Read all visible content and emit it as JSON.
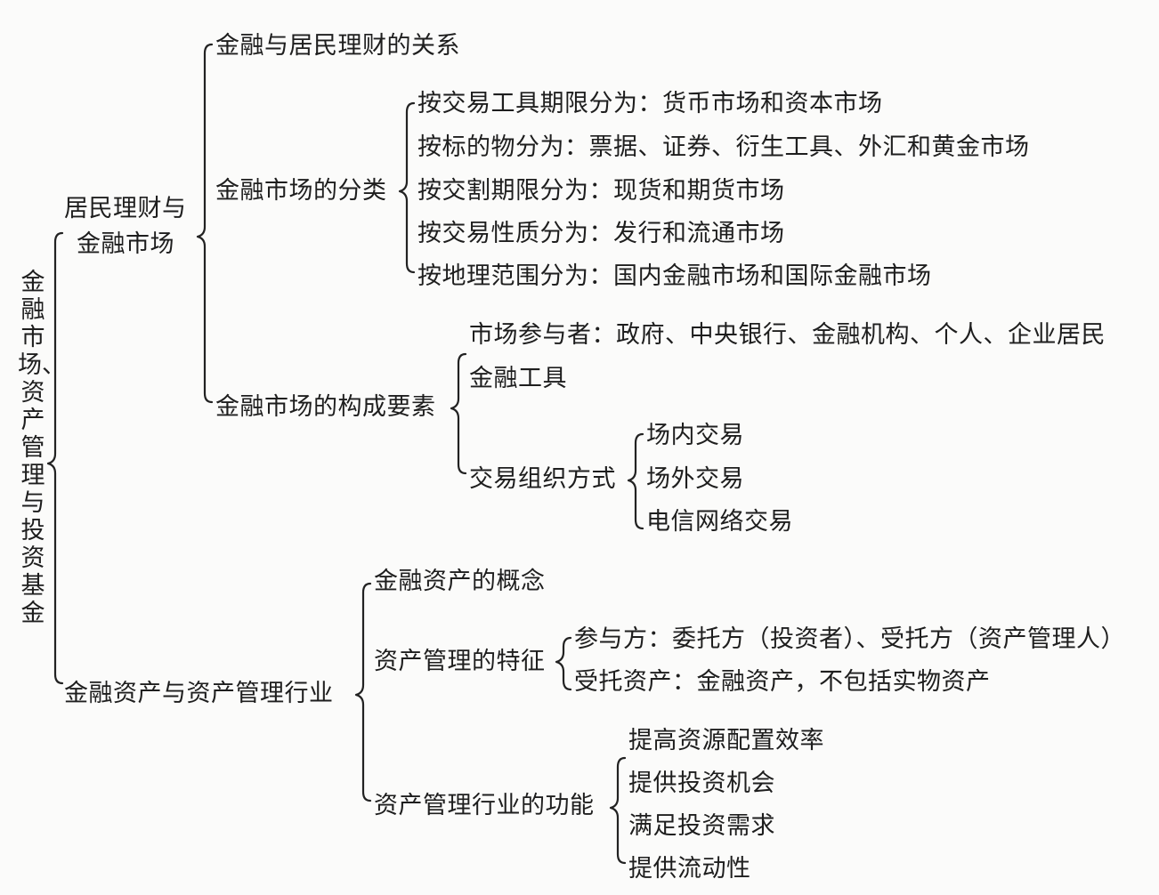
{
  "root": "金融市场、资产管理与投资基金",
  "branch1": {
    "label_line1": "居民理财与",
    "label_line2": "金融市场",
    "relation": "金融与居民理财的关系",
    "classification": {
      "label": "金融市场的分类",
      "items": [
        "按交易工具期限分为：货币市场和资本市场",
        "按标的物分为：票据、证券、衍生工具、外汇和黄金市场",
        "按交割期限分为：现货和期货市场",
        "按交易性质分为：发行和流通市场",
        "按地理范围分为：国内金融市场和国际金融市场"
      ]
    },
    "elements": {
      "label": "金融市场的构成要素",
      "participants": "市场参与者：政府、中央银行、金融机构、个人、企业居民",
      "tools": "金融工具",
      "trading": {
        "label": "交易组织方式",
        "items": [
          "场内交易",
          "场外交易",
          "电信网络交易"
        ]
      }
    }
  },
  "branch2": {
    "label": "金融资产与资产管理行业",
    "concept": "金融资产的概念",
    "features": {
      "label": "资产管理的特征",
      "items": [
        "参与方：委托方（投资者）、受托方（资产管理人）",
        "受托资产：金融资产，不包括实物资产"
      ]
    },
    "functions": {
      "label": "资产管理行业的功能",
      "items": [
        "提高资源配置效率",
        "提供投资机会",
        "满足投资需求",
        "提供流动性"
      ]
    }
  }
}
